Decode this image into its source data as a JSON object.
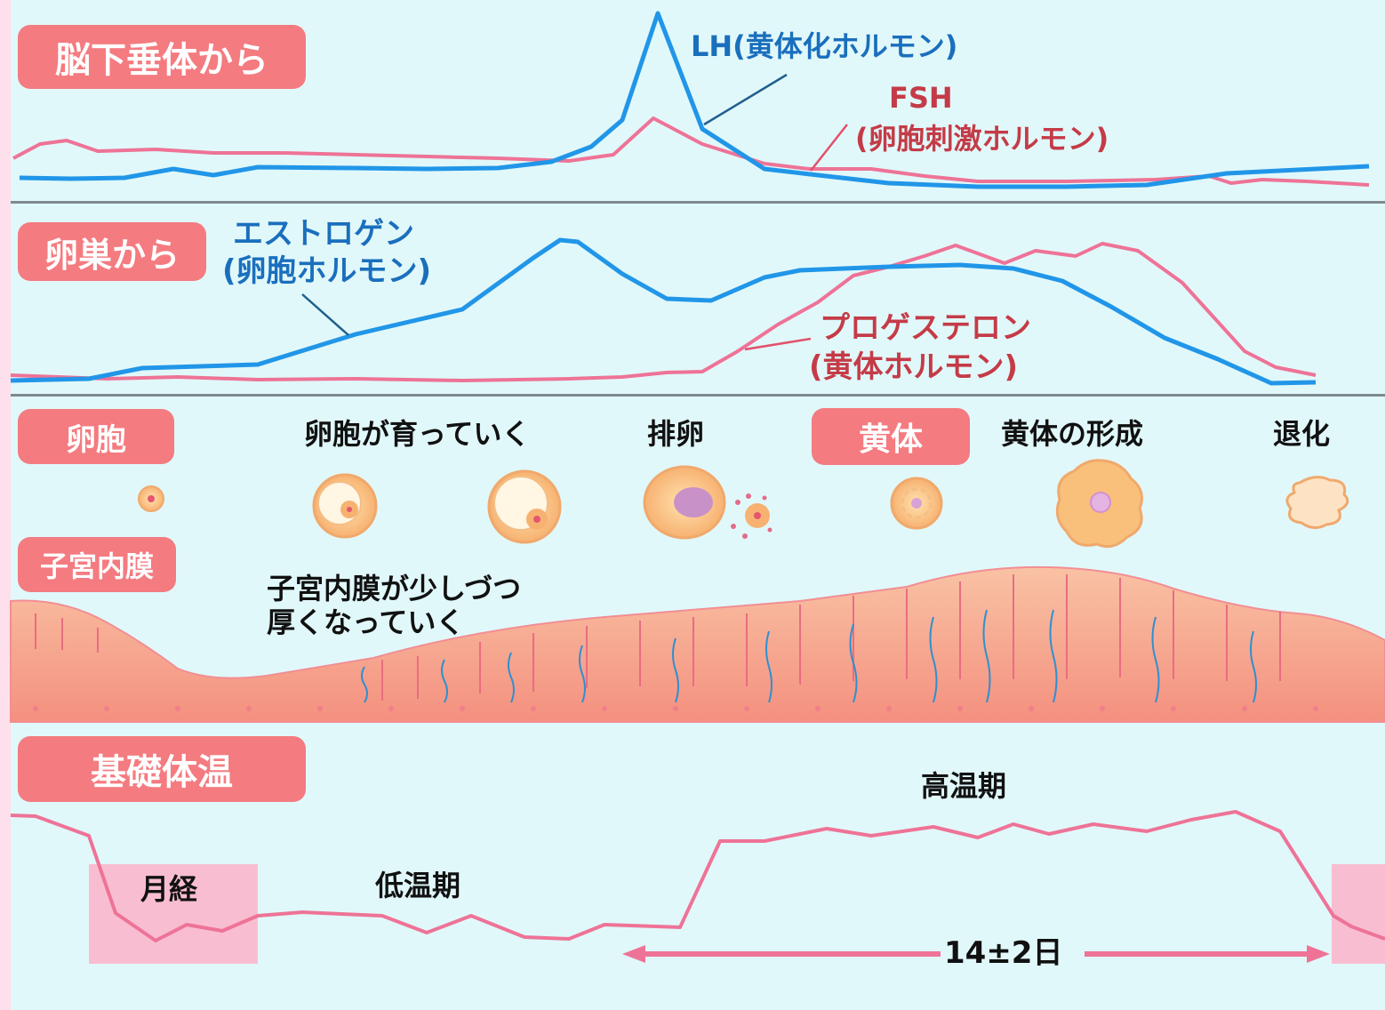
{
  "pituitary": {
    "badge": "脳下垂体から",
    "lh_label": "LH(黄体化ホルモン)",
    "fsh_label_1": "FSH",
    "fsh_label_2": "(卵胞刺激ホルモン)"
  },
  "ovary": {
    "badge": "卵巣から",
    "estrogen_label_1": "エストロゲン",
    "estrogen_label_2": "(卵胞ホルモン)",
    "progesterone_label_1": "プロゲステロン",
    "progesterone_label_2": "(黄体ホルモン)"
  },
  "follicle": {
    "badge_follicle": "卵胞",
    "growing": "卵胞が育っていく",
    "ovulation": "排卵",
    "badge_corpus_luteum": "黄体",
    "corpus_formation": "黄体の形成",
    "regression": "退化"
  },
  "endometrium": {
    "badge": "子宮内膜",
    "caption_1": "子宮内膜が少しづつ",
    "caption_2": "厚くなっていく"
  },
  "bbt": {
    "badge": "基礎体温",
    "menses": "月経",
    "low_phase": "低温期",
    "high_phase": "高温期",
    "luteal_length": "14±2日"
  },
  "colors": {
    "blue_curve": "#2196e8",
    "pink_curve": "#ee7397",
    "badge": "#f47b80",
    "panel_bg": "#e1f8fa"
  }
}
